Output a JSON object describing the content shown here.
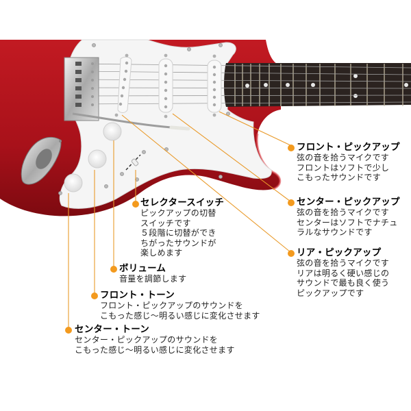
{
  "colors": {
    "body_red": "#b3141c",
    "pickguard": "#f4f4f4",
    "fretboard": "#2a2220",
    "leader_orange": "#e99a2a",
    "bullet_orange": "#f39a1e"
  },
  "labels": {
    "front_pickup": {
      "title": "フロント・ピックアップ",
      "lines": [
        "弦の音を拾うマイクです",
        "フロントはソフトで少し",
        "こもったサウンドです"
      ]
    },
    "center_pickup": {
      "title": "センター・ピックアップ",
      "lines": [
        "弦の音を拾うマイクです",
        "センターはソフトでナチュ",
        "ラルなサウンドです"
      ]
    },
    "rear_pickup": {
      "title": "リア・ピックアップ",
      "lines": [
        "弦の音を拾うマイクです",
        "リアは明るく硬い感じの",
        "サウンドで最も良く使う",
        "ピックアップです"
      ]
    },
    "selector_switch": {
      "title": "セレクタースイッチ",
      "lines": [
        "ピックアップの切替",
        "スイッチです",
        "５段階に切替ができ",
        "ちがったサウンドが",
        "楽しめます"
      ]
    },
    "volume": {
      "title": "ボリューム",
      "lines": [
        "音量を調節します"
      ]
    },
    "front_tone": {
      "title": "フロント・トーン",
      "lines": [
        "フロント・ピックアップのサウンドを",
        "こもった感じ〜明るい感じに変化させます"
      ]
    },
    "center_tone": {
      "title": "センター・トーン",
      "lines": [
        "センター・ピックアップのサウンドを",
        "こもった感じ〜明るい感じに変化させます"
      ]
    }
  }
}
